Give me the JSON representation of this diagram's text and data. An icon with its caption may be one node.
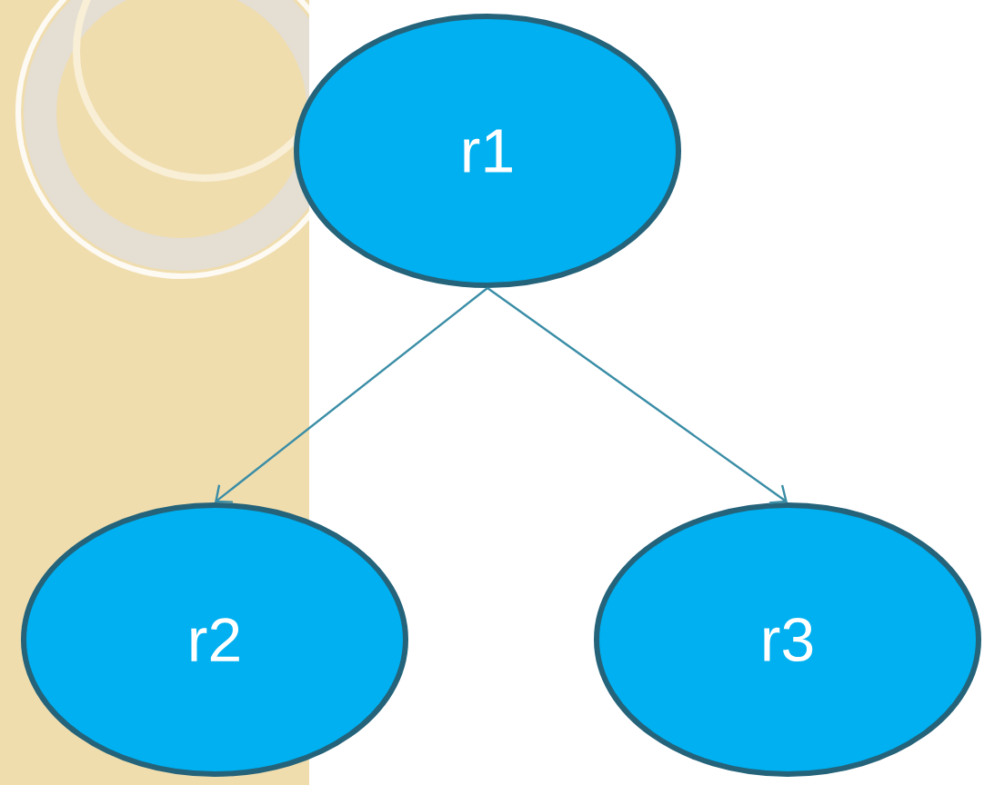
{
  "diagram": {
    "nodes": [
      {
        "text": [
          "r1"
        ]
      },
      {
        "text": [
          "r2"
        ]
      },
      {
        "text": [
          "r3"
        ]
      }
    ],
    "edges": [
      {
        "from": 0,
        "to": 1,
        "arrow": "to"
      },
      {
        "from": 0,
        "to": 2,
        "arrow": "to"
      }
    ]
  }
}
